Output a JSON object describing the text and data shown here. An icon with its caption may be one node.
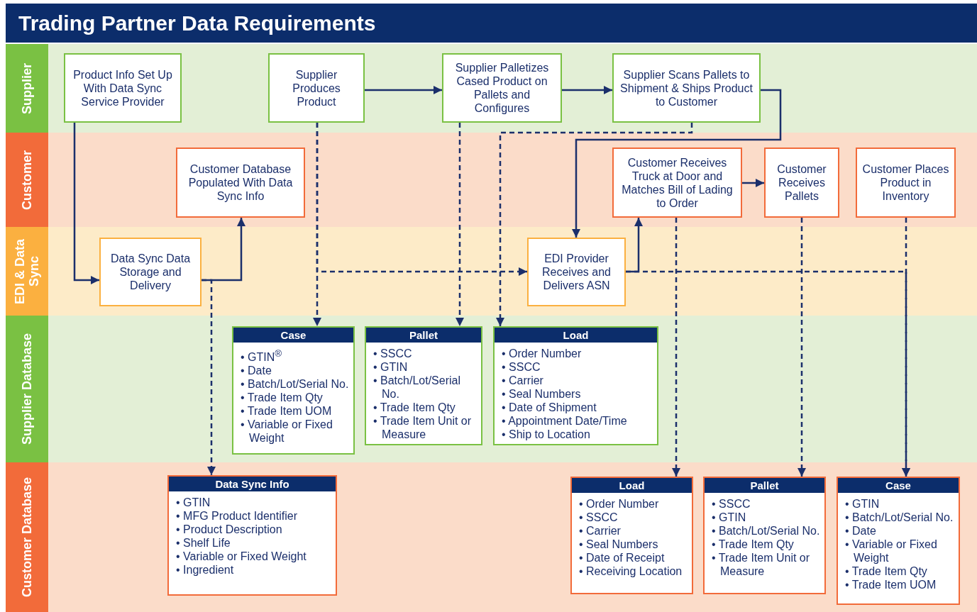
{
  "diagram": {
    "title": "Trading Partner Data Requirements",
    "nodes": [
      {
        "text": [
          "Supplier"
        ]
      },
      {
        "text": [
          "Product Info Set Up With Data Sync Service Provider"
        ],
        "in": 0
      },
      {
        "text": [
          "Supplier Produces Product"
        ],
        "in": 0
      },
      {
        "text": [
          "Supplier Palletizes Cased Product on Pallets and Configures"
        ],
        "in": 0
      },
      {
        "text": [
          "Supplier Scans Pallets to Shipment & Ships Product to Customer"
        ],
        "in": 0
      },
      {
        "text": [
          "Customer"
        ]
      },
      {
        "text": [
          "Customer Database Populated With Data Sync Info"
        ],
        "in": 5
      },
      {
        "text": [
          "Customer Receives Truck at Door and Matches Bill of Lading to Order"
        ],
        "in": 5
      },
      {
        "text": [
          "Customer Receives Pallets"
        ],
        "in": 5
      },
      {
        "text": [
          "Customer Places Product in Inventory"
        ],
        "in": 5
      },
      {
        "text": [
          "EDI & Data Sync"
        ]
      },
      {
        "text": [
          "Data Sync Data Storage and Delivery"
        ],
        "in": 10
      },
      {
        "text": [
          "EDI Provider Receives and Delivers ASN"
        ],
        "in": 10
      },
      {
        "text": [
          "Supplier Database"
        ]
      },
      {
        "text": [
          "Case",
          "• GTIN$^{®}$",
          "• Date",
          "• Batch/Lot/Serial No.",
          "• Trade Item Qty",
          "• Trade Item UOM",
          "• Variable or Fixed Weight"
        ],
        "in": 13
      },
      {
        "text": [
          "Pallet",
          "• SSCC",
          "• GTIN",
          "• Batch/Lot/Serial No.",
          "• Trade Item Qty",
          "• Trade Item Unit or Measure"
        ],
        "in": 13
      },
      {
        "text": [
          "Load",
          "• Order Number",
          "• SSCC",
          "• Carrier",
          "• Seal Numbers",
          "• Date of Shipment",
          "• Appointment Date/Time",
          "• Ship to Location"
        ],
        "in": 13
      },
      {
        "text": [
          "Customer Database"
        ]
      },
      {
        "text": [
          "Data Sync Info",
          "• GTIN",
          "• MFG Product Identifier",
          "• Product Description",
          "• Shelf Life",
          "• Variable or Fixed Weight",
          "• Ingredient"
        ],
        "in": 17
      },
      {
        "text": [
          "Load",
          "• Order Number",
          "• SSCC",
          "• Carrier",
          "• Seal Numbers",
          "• Date of Receipt",
          "• Receiving Location"
        ],
        "in": 17
      },
      {
        "text": [
          "Pallet",
          "• SSCC",
          "• GTIN",
          "• Batch/Lot/Serial No.",
          "• Trade Item Qty",
          "• Trade Item Unit or Measure"
        ],
        "in": 17
      },
      {
        "text": [
          "Case",
          "• GTIN",
          "• Batch/Lot/Serial No.",
          "• Date",
          "• Variable or Fixed Weight",
          "• Trade Item Qty",
          "• Trade Item UOM"
        ],
        "in": 17
      }
    ],
    "edges": [
      {
        "from": 1,
        "to": 11,
        "arrow": "to"
      },
      {
        "from": 11,
        "to": 6,
        "arrow": "to"
      },
      {
        "from": 2,
        "to": 3,
        "arrow": "to"
      },
      {
        "from": 3,
        "to": 4,
        "arrow": "to"
      },
      {
        "from": 4,
        "to": 12,
        "arrow": "to"
      },
      {
        "from": 12,
        "to": 7,
        "arrow": "to"
      },
      {
        "from": 7,
        "to": 8,
        "arrow": "to"
      },
      {
        "from": 2,
        "to": 14,
        "arrow": "to",
        "style": "dashed"
      },
      {
        "from": 3,
        "to": 15,
        "arrow": "to",
        "style": "dashed"
      },
      {
        "from": 4,
        "to": 16,
        "arrow": "to",
        "style": "dashed"
      },
      {
        "from": 2,
        "to": 12,
        "arrow": "to",
        "style": "dashed"
      },
      {
        "from": 11,
        "to": 18,
        "arrow": "to",
        "style": "dashed"
      },
      {
        "from": 7,
        "to": 19,
        "arrow": "to",
        "style": "dashed"
      },
      {
        "from": 8,
        "to": 20,
        "arrow": "to",
        "style": "dashed"
      },
      {
        "from": 9,
        "to": 21,
        "arrow": "to",
        "style": "dashed"
      },
      {
        "from": 12,
        "to": 21,
        "arrow": "to",
        "style": "dashed"
      }
    ]
  }
}
